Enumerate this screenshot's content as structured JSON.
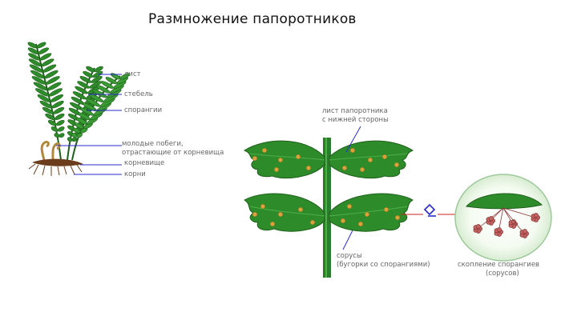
{
  "title": "Размножение  папоротников",
  "colors": {
    "leaf": "#2e8b2a",
    "leaf_dark": "#1f5f1c",
    "stem": "#2c7d2a",
    "sorus": "#d9a23a",
    "rhizome": "#6b3d1c",
    "pointer_line": "#2a2acc",
    "red_line": "#cc2222",
    "sporangia": "#c86464"
  },
  "plant_labels": {
    "leaf": "лист",
    "stem": "стебель",
    "sporangia": "спорангии",
    "young_shoots_line1": "молодые побеги,",
    "young_shoots_line2": "отрастающие от корневища",
    "rhizome": "корневище",
    "roots": "корни"
  },
  "frond_labels": {
    "underside_line1": "лист папоротника",
    "underside_line2": "с нижней стороны",
    "sori_line1": "сорусы",
    "sori_line2": "(бугорки со спорангиями)"
  },
  "detail_labels": {
    "cluster_line1": "скопление спорангиев",
    "cluster_line2": "(сорусов)"
  },
  "icons": {
    "magnifier": "magnifier-icon"
  }
}
